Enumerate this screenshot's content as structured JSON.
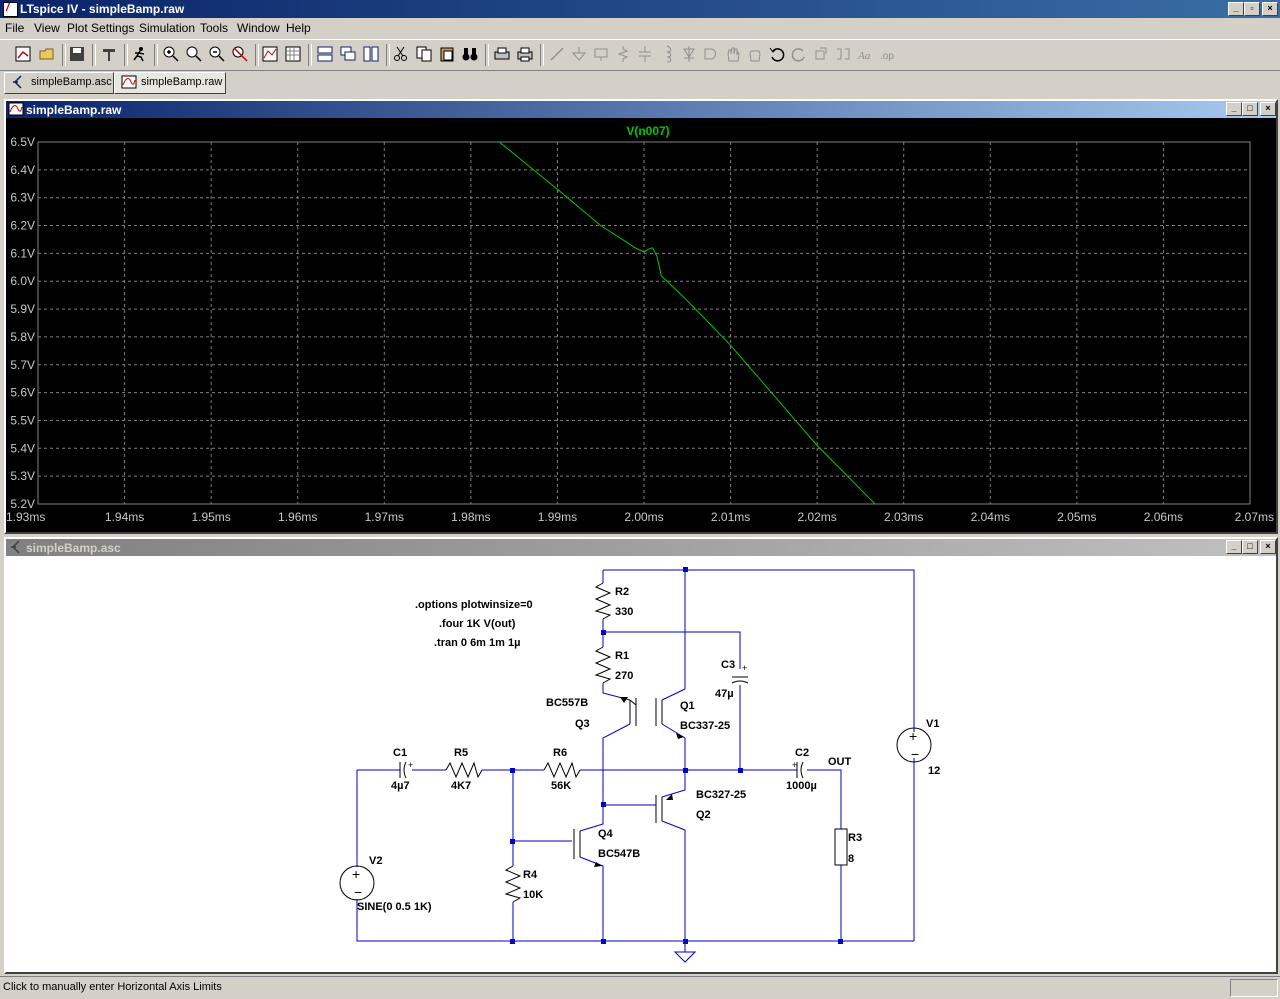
{
  "app": {
    "title": "LTspice IV - simpleBamp.raw"
  },
  "menu": [
    "File",
    "View",
    "Plot Settings",
    "Simulation",
    "Tools",
    "Window",
    "Help"
  ],
  "tabs": [
    {
      "label": "simpleBamp.asc",
      "icon": "schematic-icon"
    },
    {
      "label": "simpleBamp.raw",
      "icon": "waveform-icon"
    }
  ],
  "plot_window": {
    "title": "simpleBamp.raw"
  },
  "schematic_window": {
    "title": "simpleBamp.asc"
  },
  "status": {
    "text": "Click to manually enter Horizontal Axis Limits"
  },
  "colors": {
    "plot_bg": "#000000",
    "trace": "#00c800",
    "wire": "#0000c8",
    "grid": "#808080",
    "axis_text": "#c8c8c8"
  },
  "chart_data": {
    "type": "line",
    "title": "V(n007)",
    "series": [
      {
        "name": "V(n007)",
        "color": "#00c800",
        "x": [
          1.9833,
          1.99,
          1.995,
          1.999,
          2.0,
          2.0005,
          2.001,
          2.0015,
          2.002,
          2.005,
          2.01,
          2.015,
          2.02,
          2.0267
        ],
        "y": [
          6.5,
          6.33,
          6.2,
          6.12,
          6.105,
          6.115,
          6.12,
          6.09,
          6.02,
          5.93,
          5.77,
          5.59,
          5.41,
          5.2
        ]
      }
    ],
    "xlim": [
      1.93,
      2.07
    ],
    "ylim": [
      5.2,
      6.5
    ],
    "xticks": [
      "1.93ms",
      "1.94ms",
      "1.95ms",
      "1.96ms",
      "1.97ms",
      "1.98ms",
      "1.99ms",
      "2.00ms",
      "2.01ms",
      "2.02ms",
      "2.03ms",
      "2.04ms",
      "2.05ms",
      "2.06ms",
      "2.07ms"
    ],
    "yticks": [
      "6.5V",
      "6.4V",
      "6.3V",
      "6.2V",
      "6.1V",
      "6.0V",
      "5.9V",
      "5.8V",
      "5.7V",
      "5.6V",
      "5.5V",
      "5.4V",
      "5.3V",
      "5.2V"
    ],
    "grid": true
  },
  "schematic": {
    "directives": [
      ".options plotwinsize=0",
      ".four 1K V(out)",
      ".tran 0 6m 1m 1µ"
    ],
    "components": [
      {
        "ref": "R2",
        "value": "330"
      },
      {
        "ref": "R1",
        "value": "270"
      },
      {
        "ref": "C3",
        "value": "47µ"
      },
      {
        "ref": "Q3",
        "value": "BC557B"
      },
      {
        "ref": "Q1",
        "value": "BC337-25"
      },
      {
        "ref": "C1",
        "value": "4µ7"
      },
      {
        "ref": "R5",
        "value": "4K7"
      },
      {
        "ref": "R6",
        "value": "56K"
      },
      {
        "ref": "C2",
        "value": "1000µ"
      },
      {
        "ref": "Q2",
        "value": "BC327-25"
      },
      {
        "ref": "Q4",
        "value": "BC547B"
      },
      {
        "ref": "R4",
        "value": "10K"
      },
      {
        "ref": "R3",
        "value": "8"
      },
      {
        "ref": "V1",
        "value": "12"
      },
      {
        "ref": "V2",
        "value": "SINE(0 0.5 1K)"
      }
    ],
    "net_label": "OUT"
  }
}
